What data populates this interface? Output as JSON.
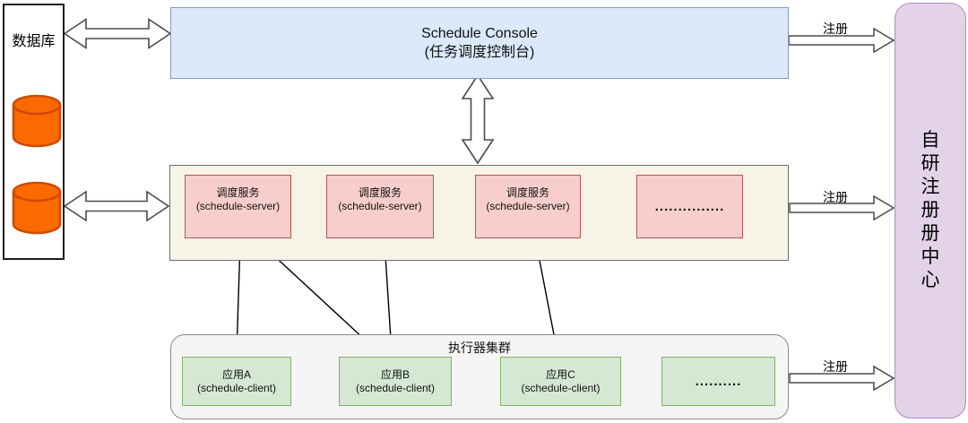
{
  "database_panel": {
    "label": "数据库"
  },
  "console": {
    "title": "Schedule Console",
    "subtitle": "(任务调度控制台)"
  },
  "server_cluster": {
    "servers": [
      {
        "title": "调度服务",
        "subtitle": "(schedule-server)"
      },
      {
        "title": "调度服务",
        "subtitle": "(schedule-server)"
      },
      {
        "title": "调度服务",
        "subtitle": "(schedule-server)"
      }
    ],
    "more_dots": "..............."
  },
  "executor_cluster": {
    "title": "执行器集群",
    "apps": [
      {
        "title": "应用A",
        "subtitle": "(schedule-client)"
      },
      {
        "title": "应用B",
        "subtitle": "(schedule-client)"
      },
      {
        "title": "应用C",
        "subtitle": "(schedule-client)"
      }
    ],
    "more_dots": ".........."
  },
  "registry": {
    "label": "自研注册册中心"
  },
  "edges": {
    "console_register_label": "注册",
    "server_register_label": "注册",
    "executor_register_label": "注册"
  },
  "icons": {
    "database": "database-cylinder-icon"
  },
  "colors": {
    "console_fill": "#dbe9fb",
    "console_border": "#7e9dc6",
    "server_fill": "#f8cecc",
    "server_border": "#b85450",
    "server_cluster_fill": "#f7f3e6",
    "app_fill": "#d5e8d4",
    "app_border": "#82b366",
    "executor_cluster_fill": "#f5f5f5",
    "registry_fill": "#e3d2e8",
    "registry_border": "#ad8fc0",
    "db_cylinder_fill": "#fb6a00",
    "db_cylinder_stroke": "#cf4b00"
  }
}
